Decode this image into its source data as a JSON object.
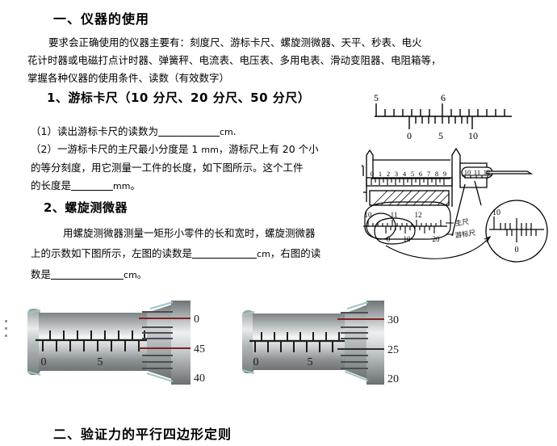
{
  "document": {
    "section1_heading": "一、仪器的使用",
    "intro_paragraph": {
      "line1": "要求会正确使用的仪器主要有：刻度尺、游标卡尺、螺旋测微器、天平、秒表、电火",
      "line2": "花计时器或电磁打点计时器、弹簧秤、电流表、电压表、多用电表、滑动变阻器、电阻箱等，",
      "line3": "掌握各种仪器的使用条件、读数（有效数字）"
    },
    "sub1_heading": "1、游标卡尺（10 分尺、20 分尺、50 分尺）",
    "question1": {
      "prefix": "（1）读出游标卡尺的读数为",
      "blank": "",
      "unit": "cm",
      "suffix": "."
    },
    "question2": {
      "line1_a": "（2）一游标卡尺的主尺最小分度是 1 ",
      "line1_unit": "mm",
      "line1_b": "，游标尺上有 20 个小",
      "line2": "的等分刻度，用它测量一工件的长度，如下图所示。这个工件",
      "line3_a": "的长度是",
      "line3_unit": "mm",
      "line3_b": "。"
    },
    "sub2_heading": "2、螺旋测微器",
    "question3": {
      "line1": "用螺旋测微器测量一矩形小零件的长和宽时，螺旋测微器",
      "line2_a": "上的示数如下图所示，左图的读数是",
      "line2_unit": "cm",
      "line2_b": "，右图的读",
      "line3_a": "数是",
      "line3_unit": "cm",
      "line3_b": "。"
    },
    "section2_heading": "二、验证力的平行四边形定则"
  },
  "figures": {
    "ruler": {
      "name": "vernier-scale-diagram",
      "main_scale_labels": [
        "5",
        "6"
      ],
      "vernier_labels": [
        "0",
        "5",
        "10"
      ]
    },
    "caliper": {
      "name": "vernier-caliper-diagram",
      "main_scale_digits": [
        "0",
        "1",
        "2",
        "3",
        "4",
        "5",
        "6",
        "7",
        "8",
        "9"
      ],
      "thimble_digits": [
        "10",
        "11",
        "12"
      ],
      "detail_main_labels": [
        "10",
        "11",
        "12"
      ],
      "detail_vernier_labels": [
        "0",
        "10",
        "20"
      ],
      "callout_main": "主尺",
      "callout_vernier": "游标尺",
      "magnifier_top_label": "10",
      "magnifier_bottom_label": "0"
    },
    "micrometer_left": {
      "name": "micrometer-left",
      "sleeve_labels": [
        "0",
        "5"
      ],
      "thimble_labels": [
        "0",
        "45",
        "40"
      ],
      "marker_color": "#8b2b2b"
    },
    "micrometer_right": {
      "name": "micrometer-right",
      "sleeve_labels": [
        "0",
        "5"
      ],
      "thimble_labels": [
        "30",
        "25",
        "20"
      ],
      "marker_color": "#8b2b2b"
    }
  }
}
